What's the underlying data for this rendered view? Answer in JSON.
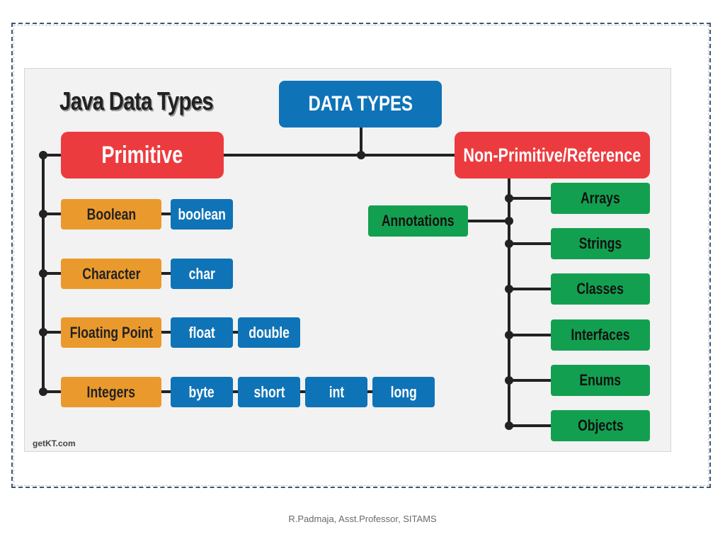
{
  "diagram": {
    "title": "Java Data Types",
    "root": "DATA TYPES",
    "primitive": {
      "label": "Primitive",
      "groups": [
        {
          "label": "Boolean",
          "types": [
            "boolean"
          ]
        },
        {
          "label": "Character",
          "types": [
            "char"
          ]
        },
        {
          "label": "Floating Point",
          "types": [
            "float",
            "double"
          ]
        },
        {
          "label": "Integers",
          "types": [
            "byte",
            "short",
            "int",
            "long"
          ]
        }
      ]
    },
    "non_primitive": {
      "label": "Non-Primitive/Reference",
      "annotations": "Annotations",
      "types": [
        "Arrays",
        "Strings",
        "Classes",
        "Interfaces",
        "Enums",
        "Objects"
      ]
    },
    "source": "getKT.com"
  },
  "footer": {
    "author": "R.Padmaja, Asst.Professor, SITAMS"
  },
  "colors": {
    "root": "#0f73b7",
    "category": "#ec3b3f",
    "group": "#ea9a2c",
    "type": "#0f73b7",
    "reference": "#12a050",
    "connector": "#222222"
  }
}
